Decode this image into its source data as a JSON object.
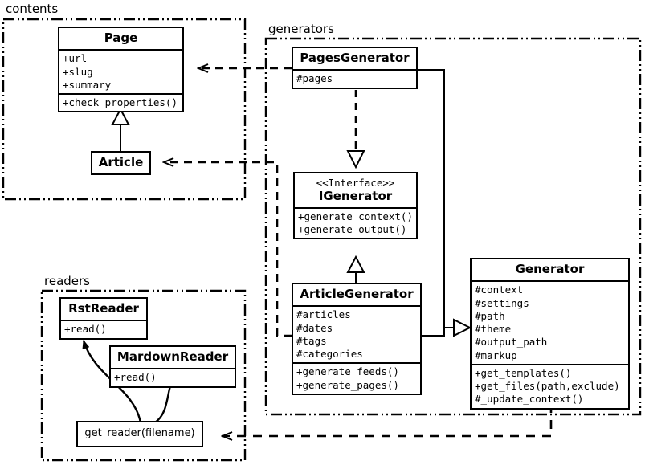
{
  "diagram": {
    "kind": "uml-class-diagram",
    "stroke_color": "#000000",
    "background_color": "#ffffff"
  },
  "packages": [
    {
      "id": "contents",
      "label": "contents"
    },
    {
      "id": "generators",
      "label": "generators"
    },
    {
      "id": "readers",
      "label": "readers"
    }
  ],
  "classes": {
    "page": {
      "name": "Page",
      "attributes": [
        "+url",
        "+slug",
        "+summary"
      ],
      "methods": [
        "+check_properties()"
      ]
    },
    "article": {
      "name": "Article",
      "attributes": [],
      "methods": []
    },
    "pages_generator": {
      "name": "PagesGenerator",
      "attributes": [
        "#pages"
      ],
      "methods": []
    },
    "igenerator": {
      "stereotype": "<<Interface>>",
      "name": "IGenerator",
      "attributes": [],
      "methods": [
        "+generate_context()",
        "+generate_output()"
      ]
    },
    "article_generator": {
      "name": "ArticleGenerator",
      "attributes": [
        "#articles",
        "#dates",
        "#tags",
        "#categories"
      ],
      "methods": [
        "+generate_feeds()",
        "+generate_pages()"
      ]
    },
    "generator": {
      "name": "Generator",
      "attributes": [
        "#context",
        "#settings",
        "#path",
        "#theme",
        "#output_path",
        "#markup"
      ],
      "methods": [
        "+get_templates()",
        "+get_files(path,exclude)",
        "#_update_context()"
      ]
    },
    "get_reader": {
      "name": "get_reader(filename)",
      "attributes": [],
      "methods": []
    },
    "rst_reader": {
      "name": "RstReader",
      "attributes": [],
      "methods": [
        "+read()"
      ]
    },
    "mardown_reader": {
      "name": "MardownReader",
      "attributes": [],
      "methods": [
        "+read()"
      ]
    }
  },
  "relations": [
    {
      "id": "article-inherits-page",
      "type": "generalization",
      "from": "article",
      "to": "page"
    },
    {
      "id": "pagesgenerator-realizes-igenerator",
      "type": "realization",
      "from": "pages_generator",
      "to": "igenerator"
    },
    {
      "id": "articlegenerator-realizes-igenerator",
      "type": "realization",
      "from": "article_generator",
      "to": "igenerator"
    },
    {
      "id": "pagesgenerator-inherits-generator",
      "type": "generalization",
      "from": "pages_generator",
      "to": "generator"
    },
    {
      "id": "articlegenerator-inherits-generator",
      "type": "generalization",
      "from": "article_generator",
      "to": "generator"
    },
    {
      "id": "pagesgenerator-depends-page",
      "type": "dependency",
      "from": "pages_generator",
      "to": "page"
    },
    {
      "id": "articlegenerator-depends-article",
      "type": "dependency",
      "from": "article_generator",
      "to": "article"
    },
    {
      "id": "generator-depends-get_reader",
      "type": "dependency",
      "from": "generator",
      "to": "get_reader"
    },
    {
      "id": "get_reader-creates-rstreader",
      "type": "association",
      "from": "get_reader",
      "to": "rst_reader"
    },
    {
      "id": "get_reader-creates-mardownreader",
      "type": "association",
      "from": "get_reader",
      "to": "mardown_reader"
    }
  ]
}
